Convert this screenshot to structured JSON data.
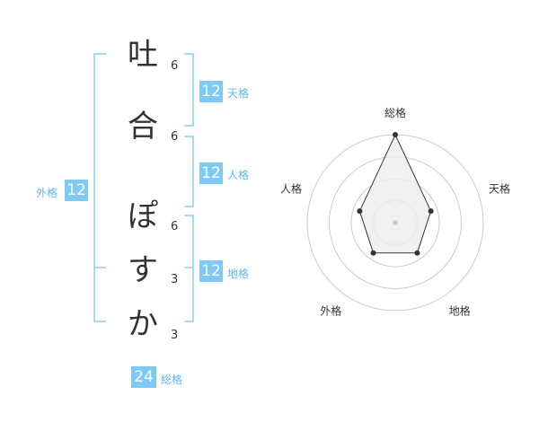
{
  "characters": [
    {
      "char": "吐",
      "strokes": "6"
    },
    {
      "char": "合",
      "strokes": "6"
    },
    {
      "char": "ぽ",
      "strokes": "6"
    },
    {
      "char": "す",
      "strokes": "3"
    },
    {
      "char": "か",
      "strokes": "3"
    }
  ],
  "fortunes": {
    "tenkaku": {
      "label": "天格",
      "value": "12"
    },
    "jinkaku": {
      "label": "人格",
      "value": "12"
    },
    "chikaku": {
      "label": "地格",
      "value": "12"
    },
    "gaikaku": {
      "label": "外格",
      "value": "12"
    },
    "soukaku": {
      "label": "総格",
      "value": "24"
    }
  },
  "chart_data": {
    "type": "radar",
    "axes": [
      "総格",
      "天格",
      "地格",
      "外格",
      "人格"
    ],
    "values": [
      24,
      12,
      12,
      12,
      12
    ],
    "rings": 4
  },
  "colors": {
    "accent": "#7fcaf5",
    "accent_text": "#5cb9ee",
    "bracket": "#8ccff3"
  }
}
